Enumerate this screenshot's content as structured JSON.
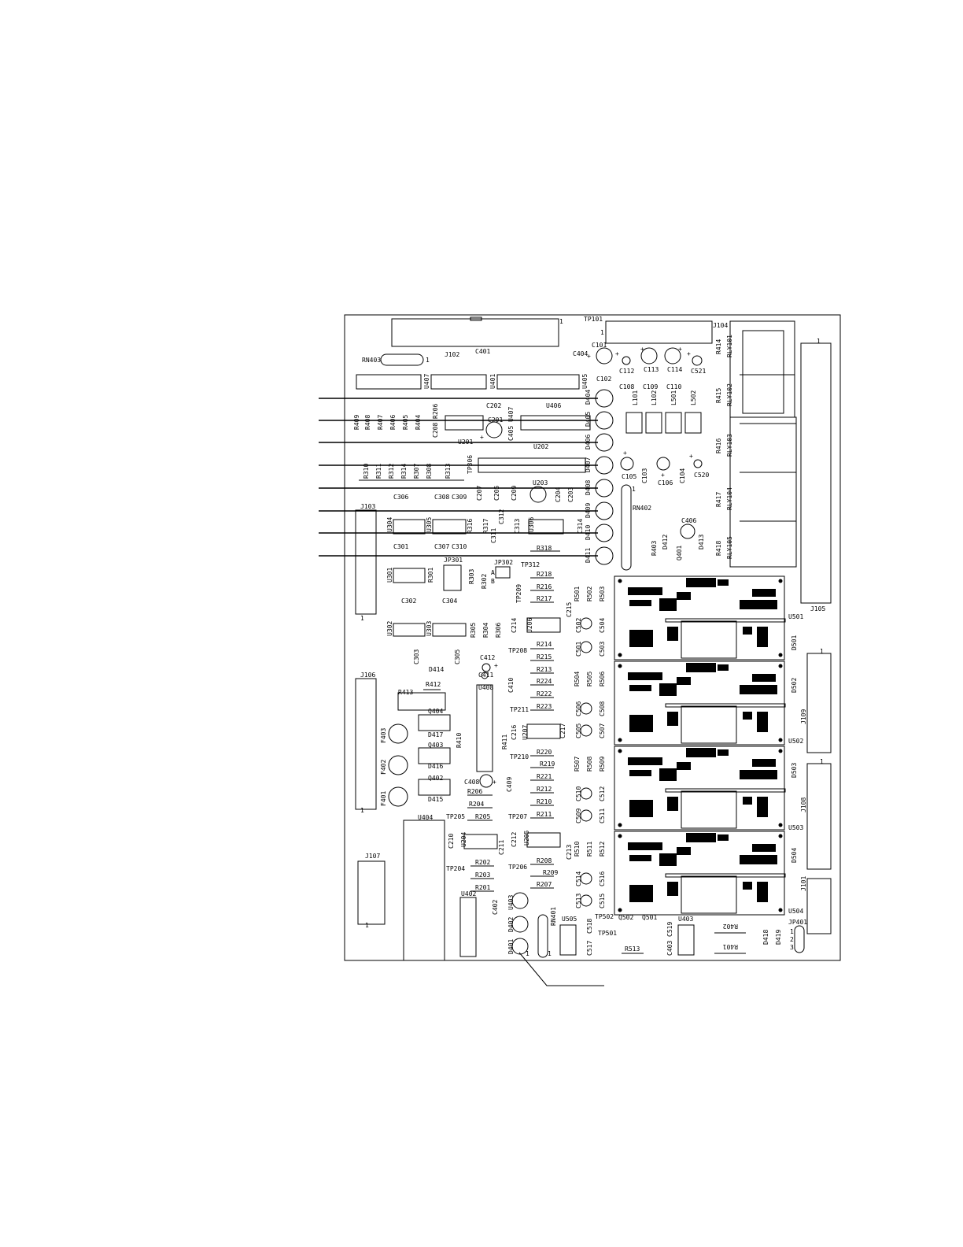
{
  "board": {
    "labels": {
      "tp101": "TP101",
      "j104": "J104",
      "j102": "J102",
      "c401": "C401",
      "rn403": "RN403",
      "c404": "C404",
      "c101": "C101",
      "c112": "C112",
      "c113": "C113",
      "c114": "C114",
      "c521": "C521",
      "c102": "C102",
      "c108": "C108",
      "c109": "C109",
      "c110": "C110",
      "l101": "L101",
      "l102": "L102",
      "l501": "L501",
      "l502": "L502",
      "u407": "U407",
      "u401": "U401",
      "u405": "U405",
      "u406": "U406",
      "c202": "C202",
      "c201": "C201",
      "c405": "C405",
      "u407b": "U407",
      "u202": "U202",
      "u201": "U201",
      "r409": "R409",
      "r408": "R408",
      "r407": "R407",
      "r406": "R406",
      "r405": "R405",
      "r404": "R404",
      "c208": "C208",
      "r206": "R206",
      "tp306": "TP306",
      "c105": "C105",
      "c103": "C103",
      "c106": "C106",
      "c104": "C104",
      "c520": "C520",
      "r310": "R310",
      "r311": "R311",
      "r312": "R312",
      "r314": "R314",
      "r307": "R307",
      "r308": "R308",
      "r313": "R313",
      "u203": "U203",
      "c306": "C306",
      "c308": "C308",
      "c309": "C309",
      "c207": "C207",
      "c205": "C205",
      "c209": "C209",
      "c204": "C204",
      "c203": "C203",
      "rn402": "RN402",
      "j103": "J103",
      "u304": "U304",
      "u305": "U305",
      "r316": "R316",
      "r317": "R317",
      "c312": "C312",
      "c313": "C313",
      "u306": "U306",
      "c314": "C314",
      "c301": "C301",
      "c307": "C307",
      "c310": "C310",
      "c311": "C311",
      "r318": "R318",
      "jp301": "JP301",
      "jp302": "JP302",
      "tp312": "TP312",
      "d404": "D404",
      "d405": "D405",
      "d406": "D406",
      "d407": "D407",
      "d408": "D408",
      "d409": "D409",
      "d410": "D410",
      "d411": "D411",
      "c406": "C406",
      "r403": "R403",
      "d412": "D412",
      "d413": "D413",
      "q401": "Q401",
      "r414": "R414",
      "r415": "R415",
      "r416": "R416",
      "r417": "R417",
      "r418": "R418",
      "rly101": "RLY101",
      "rly102": "RLY102",
      "rly103": "RLY103",
      "rly104": "RLY104",
      "rly105": "RLY105",
      "u301": "U301",
      "r301": "R301",
      "r303": "R303",
      "r302": "R302",
      "r218": "R218",
      "r216": "R216",
      "r217": "R217",
      "tp209": "TP209",
      "r501": "R501",
      "r502": "R502",
      "r503": "R503",
      "c215": "C215",
      "c302": "C302",
      "c304": "C304",
      "j105": "J105",
      "u501": "U501",
      "d501": "D501",
      "u302": "U302",
      "u303": "U303",
      "r305": "R305",
      "r304": "R304",
      "r306": "R306",
      "c214": "C214",
      "u206": "U206",
      "c502": "C502",
      "c504": "C504",
      "c501": "C501",
      "c503": "C503",
      "c303": "C303",
      "c305": "C305",
      "c412": "C412",
      "c411": "C411",
      "tp208": "TP208",
      "r214": "R214",
      "r215": "R215",
      "r213": "R213",
      "r224": "R224",
      "r222": "R222",
      "r223": "R223",
      "d414": "D414",
      "r412": "R412",
      "j106": "J106",
      "u408": "U408",
      "c410": "C410",
      "r413": "R413",
      "r504": "R504",
      "r505": "R505",
      "r506": "R506",
      "d502": "D502",
      "q404": "Q404",
      "tp211": "TP211",
      "c506": "C506",
      "c508": "C508",
      "j109": "J109",
      "f403": "F403",
      "d417": "D417",
      "q403": "Q403",
      "r410": "R410",
      "r411": "R411",
      "c216": "C216",
      "u207": "U207",
      "c217": "C217",
      "c505": "C505",
      "c507": "C507",
      "u502": "U502",
      "f402": "F402",
      "d416": "D416",
      "tp210": "TP210",
      "r220": "R220",
      "r219": "R219",
      "r221": "R221",
      "r507": "R507",
      "r508": "R508",
      "r509": "R509",
      "d503": "D503",
      "q402": "Q402",
      "c408": "C408",
      "c409": "C409",
      "r212": "R212",
      "c510": "C510",
      "c512": "C512",
      "j108": "J108",
      "f401": "F401",
      "r206b": "R206",
      "d415": "D415",
      "r204": "R204",
      "r210": "R210",
      "r211": "R211",
      "c509": "C509",
      "c511": "C511",
      "u503": "U503",
      "tp205": "TP205",
      "r205": "R205",
      "u404": "U404",
      "tp207": "TP207",
      "c210": "C210",
      "u204": "U204",
      "c211": "C211",
      "c212": "C212",
      "u205": "U205",
      "r510": "R510",
      "r511": "R511",
      "r512": "R512",
      "c213": "C213",
      "d504": "D504",
      "j107": "J107",
      "r202": "R202",
      "r208": "R208",
      "tp204": "TP204",
      "r203": "R203",
      "tp206": "TP206",
      "r209": "R209",
      "c514": "C514",
      "c516": "C516",
      "r201": "R201",
      "r207": "R207",
      "j101": "J101",
      "c513": "C513",
      "c515": "C515",
      "u504": "U504",
      "u402": "U402",
      "c402": "C402",
      "u403": "U403",
      "tp502": "TP502",
      "q502": "Q502",
      "q501": "Q501",
      "u403b": "U403",
      "jp401": "JP401",
      "d402": "D402",
      "rn401": "RN401",
      "u505": "U505",
      "c518": "C518",
      "tp501": "TP501",
      "c519": "C519",
      "r402": "R402",
      "d418": "D418",
      "d419": "D419",
      "d401": "D401",
      "c517": "C517",
      "r513": "R513",
      "c403": "C403",
      "r401": "R401",
      "pin1a": "1",
      "pin1b": "1",
      "pin1c": "1",
      "pin1d": "1",
      "pin1e": "1",
      "pin1f": "1",
      "pin1g": "1",
      "pin1h": "1",
      "pin1i": "1",
      "pin1j": "1",
      "pin1k": "1",
      "pin1l": "1",
      "jp401_1": "1",
      "jp401_2": "2",
      "jp401_3": "3",
      "a": "A",
      "b": "B"
    }
  }
}
